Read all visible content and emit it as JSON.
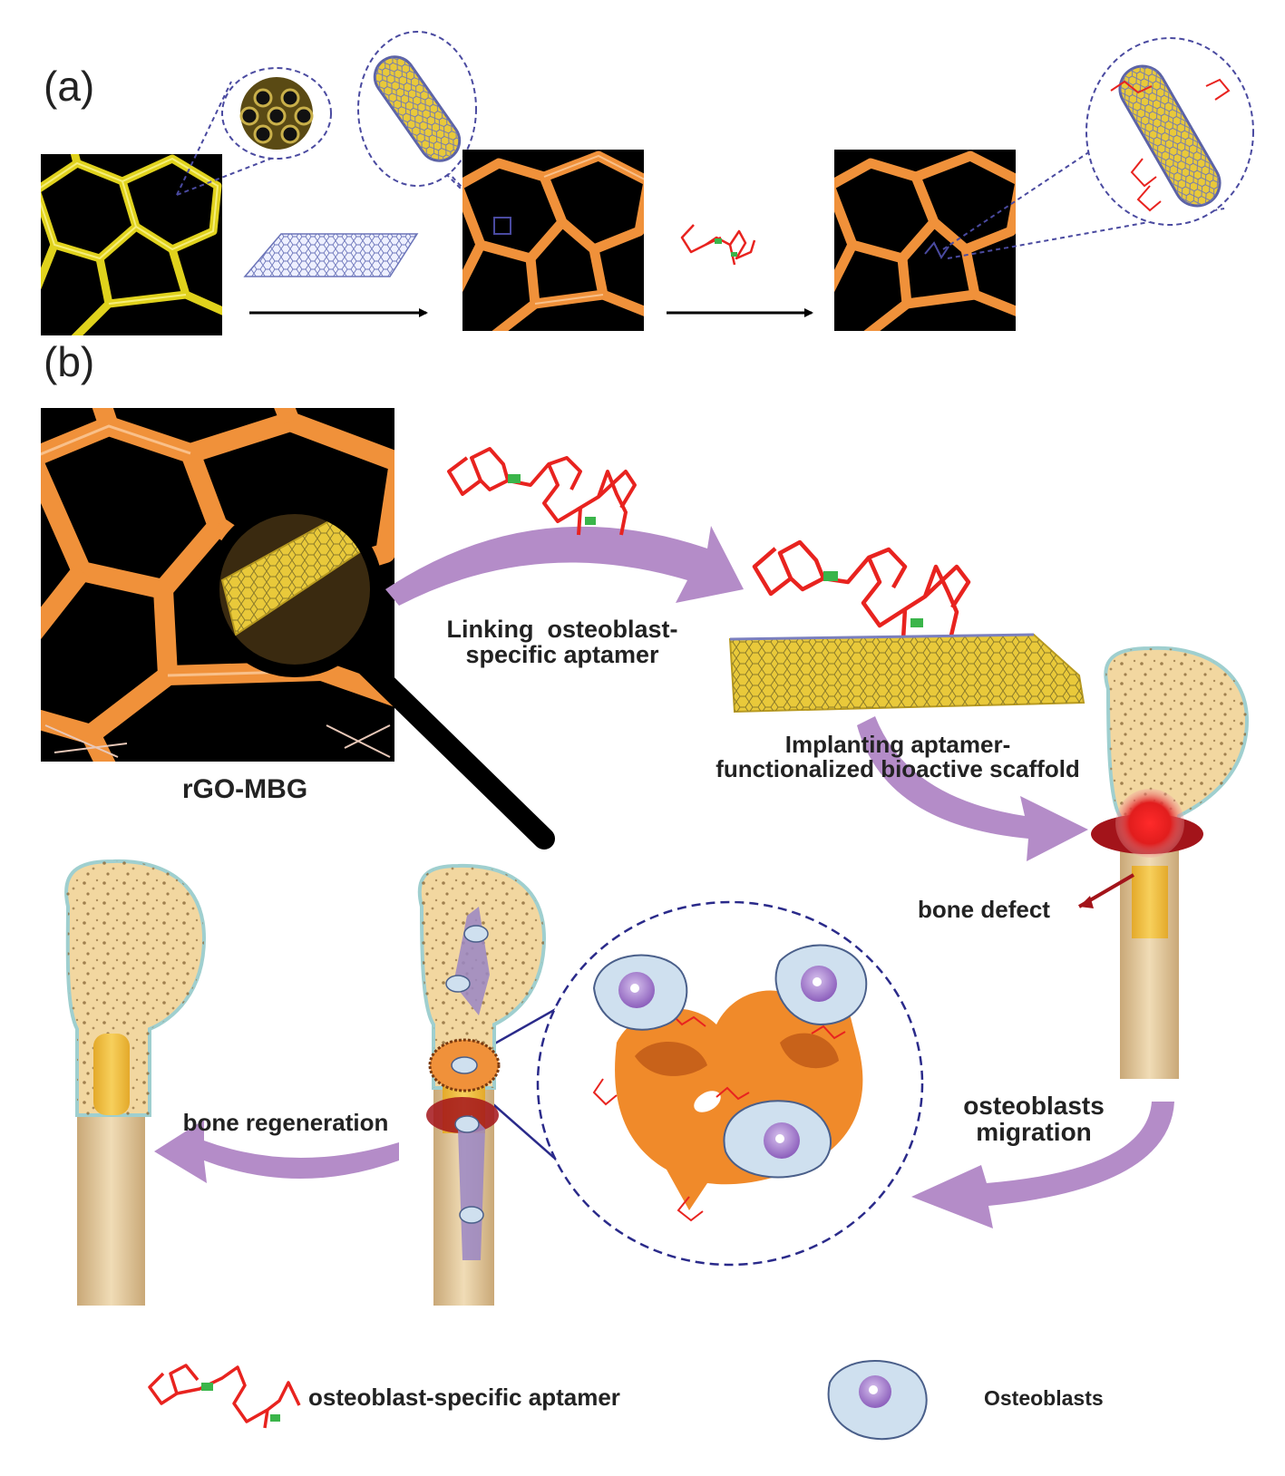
{
  "panels": {
    "a": "(a)",
    "b": "(b)"
  },
  "labels": {
    "scaffold": "rGO-MBG",
    "linking_line1": "Linking  osteoblast-",
    "linking_line2": "specific aptamer",
    "implanting_line1": "Implanting aptamer-",
    "implanting_line2": "functionalized bioactive scaffold",
    "bone_defect": "bone defect",
    "migration_line1": "osteoblasts",
    "migration_line2": "migration",
    "regeneration": "bone regeneration"
  },
  "legend": {
    "aptamer": "osteoblast-specific aptamer",
    "osteoblast": "Osteoblasts"
  },
  "colors": {
    "yellow_scaffold": "#e8e020",
    "orange_scaffold": "#f0913a",
    "graphene_sheet": "#e9c93a",
    "aptamer": "#e8231f",
    "arrow_purple": "#b48cc8",
    "cell_fill": "#cfe0ef",
    "cell_nucleus": "#9a6fc2",
    "bone_head": "#f2d7a0",
    "bone_shaft": "#e2c49a",
    "defect_red": "#a3141a"
  }
}
